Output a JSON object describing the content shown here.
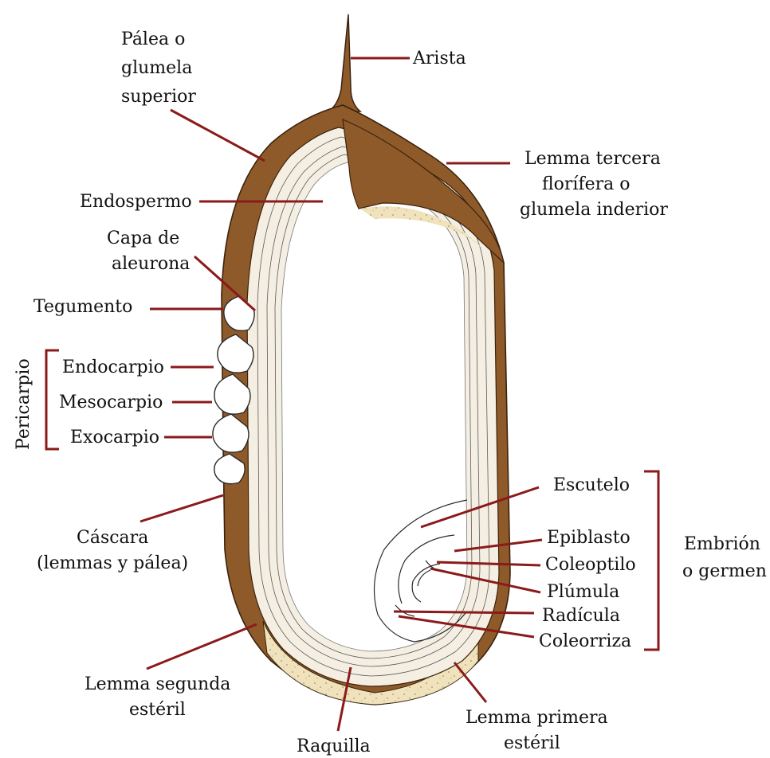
{
  "labels": {
    "palea_line1": "Pálea o",
    "palea_line2": "glumela",
    "palea_line3": "superior",
    "arista": "Arista",
    "lemma_tercera_line1": "Lemma tercera",
    "lemma_tercera_line2": "florífera o",
    "lemma_tercera_line3": "glumela inderior",
    "endospermo": "Endospermo",
    "capa_line1": "Capa de",
    "capa_line2": "aleurona",
    "tegumento": "Tegumento",
    "pericarpio": "Pericarpio",
    "endocarpio": "Endocarpio",
    "mesocarpio": "Mesocarpio",
    "exocarpio": "Exocarpio",
    "cascara_line1": "Cáscara",
    "cascara_line2": "(lemmas y pálea)",
    "escutelo": "Escutelo",
    "epiblasto": "Epiblasto",
    "coleoptilo": "Coleoptilo",
    "plumula": "Plúmula",
    "radicula": "Radícula",
    "coleorriza": "Coleorriza",
    "embrion_line1": "Embrión",
    "embrion_line2": "o germen",
    "lemma_segunda_line1": "Lemma segunda",
    "lemma_segunda_line2": "estéril",
    "raquilla": "Raquilla",
    "lemma_primera_line1": "Lemma primera",
    "lemma_primera_line2": "estéril"
  },
  "colors": {
    "husk": "#8f5a2a",
    "husk_dark": "#6b3e17",
    "leader_line": "#8b1a1a",
    "starch": "#ecdfb8",
    "text": "#111111"
  }
}
